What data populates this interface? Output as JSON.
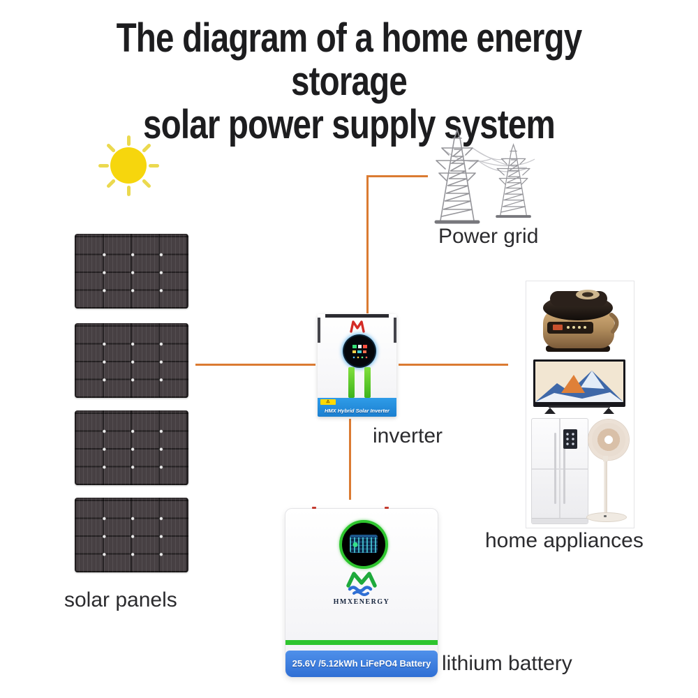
{
  "title": {
    "line1": "The diagram of a home energy storage",
    "line2": "solar power supply system"
  },
  "labels": {
    "power_grid": "Power grid",
    "solar_panels": "solar panels",
    "inverter": "inverter",
    "home_appliances": "home appliances",
    "lithium_battery": "lithium battery"
  },
  "inverter_device": {
    "banner_text": "HMX Hybrid Solar Inverter",
    "warning_icon": "⚠"
  },
  "battery_device": {
    "brand": "HMXENERGY",
    "banner_text": "25.6V /5.12kWh LiFePO4 Battery"
  },
  "icons": {
    "sun": "sun-icon",
    "transmission_towers": "transmission-tower-icon",
    "solar_panel": "solar-panel-icon",
    "rice_cooker": "rice-cooker-icon",
    "tv": "tv-icon",
    "fridge": "refrigerator-icon",
    "fan": "standing-fan-icon"
  },
  "colors": {
    "connector_orange": "#db7b32",
    "sun_yellow": "#f6d60d",
    "panel_dark": "#474043",
    "inverter_banner_blue": "#1f8fdf",
    "battery_banner_blue": "#3c7fde",
    "battery_green": "#2ec52e",
    "logo_red": "#d42b26",
    "tower_gray": "#95959a",
    "text_dark": "#1d1d1f"
  }
}
